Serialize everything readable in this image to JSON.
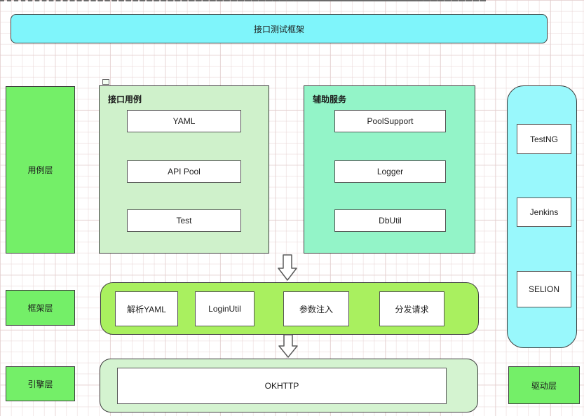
{
  "banner": {
    "label": "接口测试框架"
  },
  "layers": {
    "use_case": "用例层",
    "framework": "框架层",
    "engine": "引擎层",
    "driver": "驱动层"
  },
  "use_case_group": {
    "title": "接口用例",
    "items": [
      "YAML",
      "API Pool",
      "Test"
    ]
  },
  "aux_group": {
    "title": "辅助服务",
    "items": [
      "PoolSupport",
      "Logger",
      "DbUtil"
    ]
  },
  "right_column": {
    "items": [
      "TestNG",
      "Jenkins",
      "SELION"
    ]
  },
  "framework_group": {
    "items": [
      "解析YAML",
      "LoginUtil",
      "参数注入",
      "分发请求"
    ]
  },
  "engine_group": {
    "items": [
      "OKHTTP"
    ]
  },
  "colors": {
    "banner_cyan": "#7ff5fb",
    "column_cyan": "#99f8fc",
    "layer_green": "#74ef68",
    "pale_green": "#cff1cb",
    "mint_green": "#93f4c8",
    "yellow_green": "#a9f05f",
    "engine_pale_green": "#d4f3d0"
  }
}
